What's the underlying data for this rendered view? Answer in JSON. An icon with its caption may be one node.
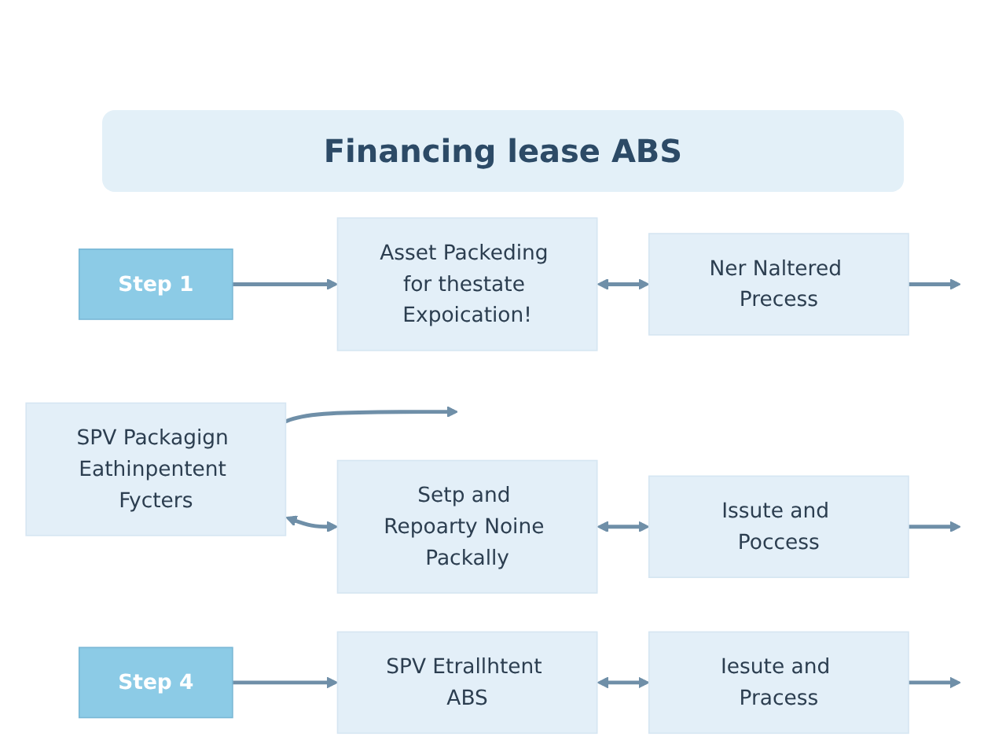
{
  "diagram": {
    "title": "Financing lease ABS",
    "nodes": [
      {
        "text": [
          "Step 1"
        ]
      },
      {
        "text": [
          "Asset Packeding for thestate Expoication!"
        ]
      },
      {
        "text": [
          "Ner Naltered Precess"
        ]
      },
      {
        "text": [
          "SPV Packagign Eathinpentent Fycters"
        ]
      },
      {
        "text": [
          "Setp and Repoarty Noine Packally"
        ]
      },
      {
        "text": [
          "Issute and Poccess"
        ]
      },
      {
        "text": [
          "Step 4"
        ]
      },
      {
        "text": [
          "SPV Etrallhtent ABS"
        ]
      },
      {
        "text": [
          "Iesute and Pracess"
        ]
      }
    ],
    "edges": [
      {
        "from": 0,
        "to": 1,
        "arrow": "to"
      },
      {
        "from": 1,
        "to": 2,
        "arrow": "both"
      },
      {
        "from": 2,
        "to": null,
        "arrow": "to"
      },
      {
        "from": 3,
        "to": null,
        "arrow": "to"
      },
      {
        "from": 3,
        "to": 4,
        "arrow": "both"
      },
      {
        "from": 4,
        "to": 5,
        "arrow": "both"
      },
      {
        "from": 5,
        "to": null,
        "arrow": "to"
      },
      {
        "from": 6,
        "to": 7,
        "arrow": "to"
      },
      {
        "from": 7,
        "to": 8,
        "arrow": "both"
      },
      {
        "from": 8,
        "to": null,
        "arrow": "to"
      }
    ]
  }
}
